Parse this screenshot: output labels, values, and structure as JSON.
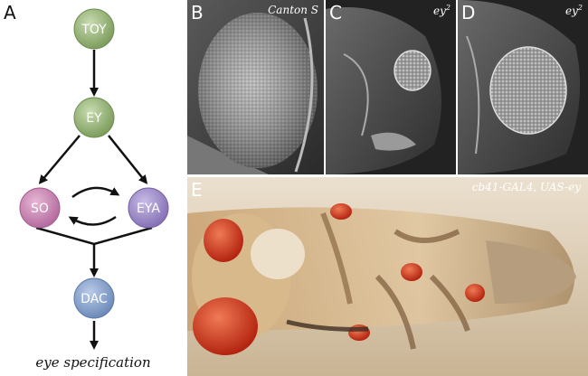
{
  "panels": {
    "a": {
      "letter": "A",
      "nodes": {
        "toy": "TOY",
        "ey": "EY",
        "so": "SO",
        "eya": "EYA",
        "dac": "DAC"
      },
      "caption": "eye specification"
    },
    "b": {
      "letter": "B",
      "label": "Canton S"
    },
    "c": {
      "letter": "C",
      "label": "ey",
      "label_sup": "2"
    },
    "d": {
      "letter": "D",
      "label": "ey",
      "label_sup": "2"
    },
    "e": {
      "letter": "E",
      "label": "cb41-GAL4, UAS-ey"
    }
  },
  "colors": {
    "toy_node": "#8fb06e",
    "ey_node": "#8fb06e",
    "so_node": "#c77fb0",
    "eya_node": "#9b86c7",
    "dac_node": "#7f9cc7",
    "arrow": "#111111",
    "eye_red": "#d2341c",
    "photo_background": "#d9c6a8"
  }
}
